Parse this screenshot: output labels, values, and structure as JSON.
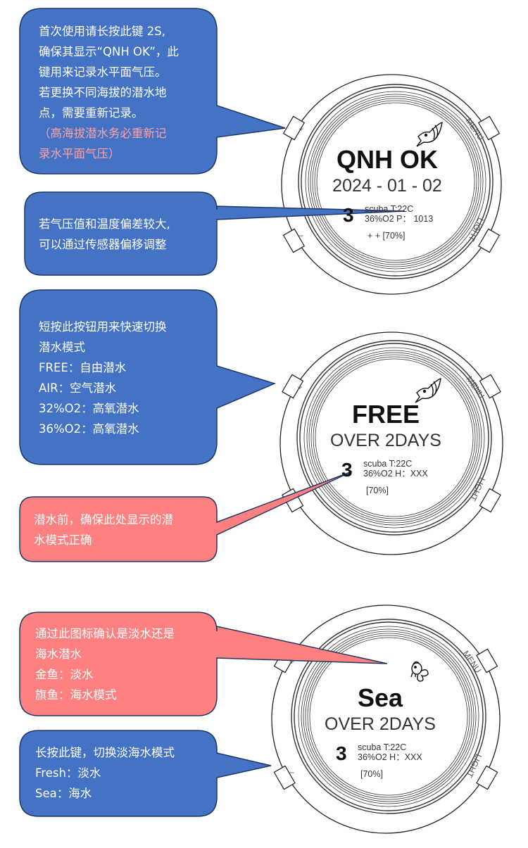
{
  "colors": {
    "blue": "#4472C4",
    "pink": "#FF8080",
    "border": "#1F3864",
    "highlight": "#FFA0A0"
  },
  "callouts": [
    {
      "lines": [
        "首次使用请长按此键 2S,",
        "确保其显示“QNH OK”，此",
        "键用来记录水平面气压。",
        "若更换不同海拔的潜水地",
        "点，需要重新记录。"
      ],
      "highlight": [
        "（高海拔潜水务必重新记",
        "录水平面气压）"
      ]
    },
    {
      "lines": [
        "若气压值和温度偏差较大,",
        "可以通过传感器偏移调整"
      ]
    },
    {
      "lines": [
        "短按此按钮用来快速切换",
        "潜水模式",
        "FREE：自由潜水",
        "AIR：空气潜水",
        "32%O2：高氧潜水",
        "36%O2：高氧潜水"
      ]
    },
    {
      "lines": [
        "潜水前，确保此处显示的潜",
        "水模式正确"
      ]
    },
    {
      "lines": [
        "通过此图标确认是淡水还是",
        "海水潜水",
        "金鱼：淡水",
        "旗鱼：海水模式"
      ]
    },
    {
      "lines": [
        "长按此键，切换淡海水模式",
        "Fresh：淡水",
        "Sea：海水"
      ]
    }
  ],
  "watches": [
    {
      "icon": "swordfish-icon",
      "title": "QNH OK",
      "subtitle": "2024 - 01 - 02",
      "dives": "3",
      "line1": "scuba    T:22C",
      "line2": "36%O2  P： 1013",
      "battery": "+ + [70%]",
      "plus": "+",
      "minus": "−",
      "menu": "MENU",
      "light": "LIGHT"
    },
    {
      "icon": "swordfish-icon",
      "title": "FREE",
      "subtitle": "OVER    2DAYS",
      "dives": "3",
      "line1": "scuba    T:22C",
      "line2": "36%O2  H：XXX",
      "battery": "[70%]",
      "plus": "+",
      "minus": "−",
      "menu": "MENU",
      "light": "LIGHT"
    },
    {
      "icon": "goldfish-icon",
      "title": "Sea",
      "subtitle": "OVER    2DAYS",
      "dives": "3",
      "line1": "scuba    T:22C",
      "line2": "36%O2  H：XXX",
      "battery": "[70%]",
      "plus": "+",
      "minus": "−",
      "menu": "MENU",
      "light": "LIGHT"
    }
  ]
}
